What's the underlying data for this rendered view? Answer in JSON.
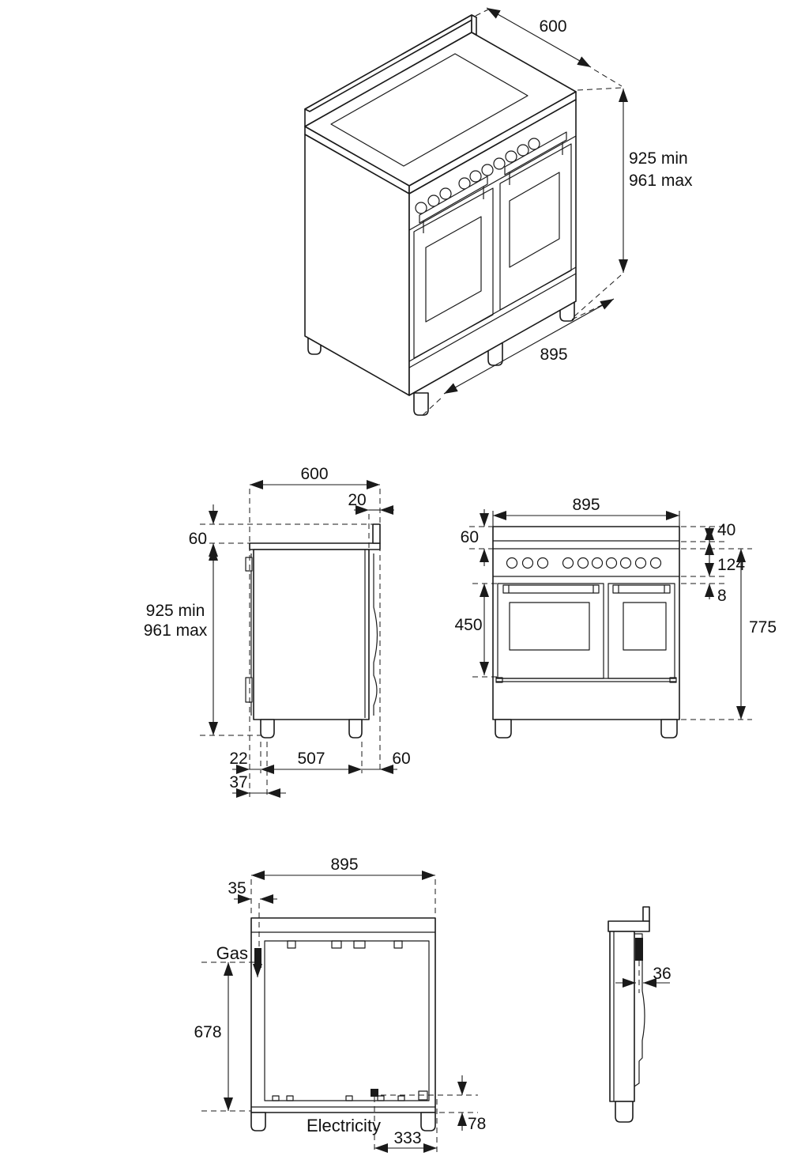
{
  "document": {
    "type": "appliance installation dimension drawing",
    "subject": "90cm double-oven range cooker, five orthographic/isometric views",
    "units": "mm",
    "colors": {
      "line": "#1a1a1a",
      "background": "#ffffff"
    }
  },
  "views": {
    "isometric": {
      "dim_depth": "600",
      "dim_height_min": "925 min",
      "dim_height_max": "961 max",
      "dim_width": "895"
    },
    "side": {
      "dim_depth": "600",
      "dim_rear_lip": "20",
      "dim_upstand": "60",
      "dim_height_min": "925 min",
      "dim_height_max": "961 max",
      "dim_front_offset": "22",
      "dim_feet_span": "507",
      "dim_rear_offset": "60",
      "dim_front_offset2": "37"
    },
    "front": {
      "dim_width": "895",
      "dim_upstand": "60",
      "dim_top_band": "40",
      "dim_panel": "124",
      "dim_gap": "8",
      "dim_door": "450",
      "dim_body": "775"
    },
    "rear": {
      "dim_width": "895",
      "dim_gas_offset": "35",
      "label_gas": "Gas",
      "dim_gas_drop": "678",
      "label_electricity": "Electricity",
      "dim_elec_offset": "333",
      "dim_elec_height": "78"
    },
    "profile": {
      "dim_gas_depth": "36"
    }
  }
}
